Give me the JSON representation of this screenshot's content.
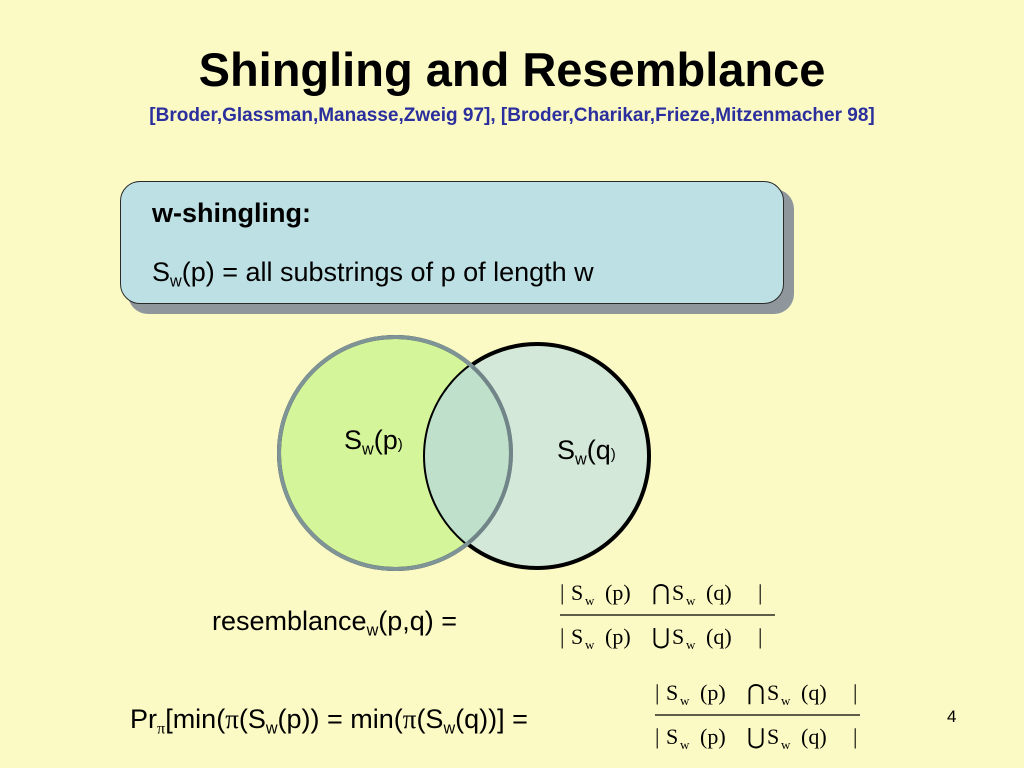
{
  "slide": {
    "title": "Shingling and Resemblance",
    "citation": "[Broder,Glassman,Manasse,Zweig 97], [Broder,Charikar,Frieze,Mitzenmacher 98]",
    "page_number": "4"
  },
  "definition": {
    "heading": "w-shingling:",
    "S": "S",
    "sub_w": "w",
    "rest": "(p) = all substrings of p of length w"
  },
  "venn": {
    "left": {
      "S": "S",
      "sub": "w",
      "arg": "(p",
      "close": ")"
    },
    "right": {
      "S": "S",
      "sub": "w",
      "arg": "(q",
      "close": ")"
    },
    "colors": {
      "left_fill": "#d4f59a",
      "right_fill": "#d3e8d8",
      "overlap": "#bfe0ca",
      "stroke": "#000000"
    }
  },
  "resemblance": {
    "name": "resemblance",
    "sub": "w",
    "args": "(p,q) =",
    "numerator": {
      "bar": "|",
      "S": "S",
      "sub": "w",
      "p": "(p)",
      "op": "⋂",
      "q": "(q)"
    },
    "denominator": {
      "bar": "|",
      "S": "S",
      "sub": "w",
      "p": "(p)",
      "op": "⋃",
      "q": "(q)"
    }
  },
  "probability": {
    "pr": "Pr",
    "pi": "π",
    "part1": "[min(",
    "part2": "(S",
    "part3": "(p)) = min(",
    "part4": "(S",
    "part5": "(q))] =",
    "sub_w": "w"
  }
}
